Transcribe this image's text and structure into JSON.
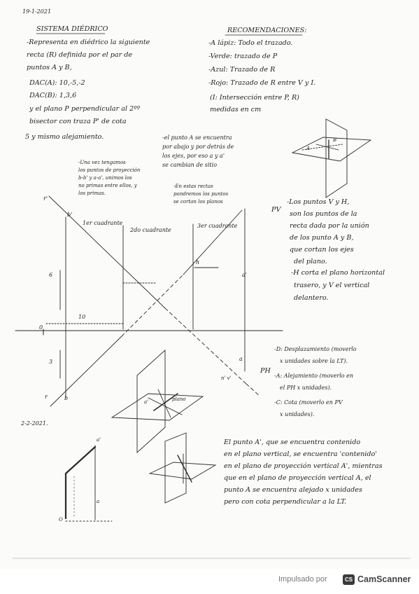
{
  "date1": "19-1-2021",
  "title": "SISTEMA DIÉDRICO",
  "statement": [
    "-Representa en diédrico la siguiente",
    "recta (R) definida por el par de",
    "puntos A y B,",
    "DAC(A): 10,-5,-2",
    "DAC(B): 1,3,6",
    "y el plano P perpendicular al 2ºº",
    "bisector con traza P' de cota",
    "5 y mismo alejamiento."
  ],
  "recommendations_title": "RECOMENDACIONES:",
  "recommendations": [
    "-A lápiz: Todo el trazado.",
    "-Verde: trazado de P",
    "-Azul: Trazado de R",
    "-Rojo: Trazado de R entre V y I.",
    "(I: Intersección entre P, R)",
    "medidas en cm"
  ],
  "note_a": [
    "-el punto A se encuentra",
    "por abajo y por detrás de",
    "los ejes, por eso a y a'",
    "se cambian de sitio"
  ],
  "note_projection": [
    "-Una vez tengamos",
    "los puntos de proyección",
    "b-b' y a-a', unimos los",
    "no primas entre ellos, y",
    "los primas."
  ],
  "note_traces": [
    "-En estas rectas",
    "pondremos los puntos",
    "se cortan los planos"
  ],
  "note_vh": [
    "-Los puntos V y H,",
    "son los puntos de la",
    "recta dada por la unión",
    "de los punto A y B,",
    "que cortan los ejes",
    "del plano."
  ],
  "note_hv": [
    "-H corta el plano horizontal",
    "trasero, y V el vertical",
    "delantero."
  ],
  "legend_dac": [
    "-D: Desplazamiento (moverlo",
    "x unidades sobre la LT).",
    "-A: Alejamiento (moverlo en",
    "el PH x unidades).",
    "-C: Cota (moverlo en PV",
    "x unidades)."
  ],
  "date2": "2-2-2021.",
  "note_bottom": [
    "El punto A', que se encuentra contenido",
    "en el plano vertical, se encuentra 'contenido'",
    "en el plano de proyección vertical A', mientras",
    "que en el plano de proyección vertical A, el",
    "punto A se encuentra alejado x unidades",
    "pero con cota perpendicular a la LT."
  ],
  "labels": {
    "q1": "1er cuadrante",
    "q2": "2do cuadrante",
    "q3": "3er cuadrante",
    "pv": "PV",
    "ph": "PH",
    "r_prime": "r'",
    "r": "r",
    "b_prime": "b'",
    "b": "b",
    "a_prime": "a'",
    "a": "a",
    "h": "h",
    "v_prime": "v'",
    "n10": "10",
    "n6": "6",
    "n3": "3",
    "zero": "0",
    "ortho": "n' v'",
    "fig_a": "A",
    "fig_b": "B",
    "fig2_a": "a'",
    "fig2_plano": "plano",
    "fig3_a_prime": "a'",
    "fig3_a": "a",
    "fig3_o": "O"
  },
  "footer": {
    "text": "Impulsado por",
    "logo": "CS",
    "brand": "CamScanner"
  }
}
